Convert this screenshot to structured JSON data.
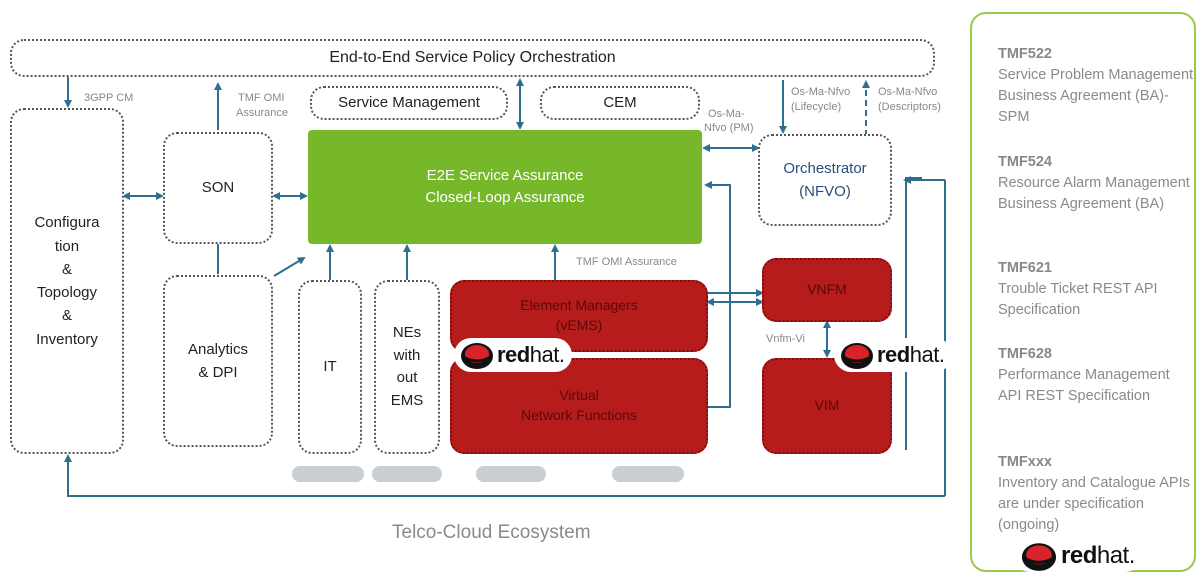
{
  "orchestration": "End-to-End Service Policy Orchestration",
  "service_management": "Service Management",
  "cem": "CEM",
  "config_lines": [
    "Configura",
    "tion",
    "&",
    "Topology",
    "&",
    "Inventory"
  ],
  "son": "SON",
  "assurance_line1": "E2E Service Assurance",
  "assurance_line2": "Closed-Loop Assurance",
  "orchestrator_line1": "Orchestrator",
  "orchestrator_line2": "(NFVO)",
  "analytics_line1": "Analytics",
  "analytics_line2": "& DPI",
  "it": "IT",
  "nes_lines": [
    "NEs",
    "with",
    "out",
    "EMS"
  ],
  "element_managers_line1": "Element Managers",
  "element_managers_line2": "(vEMS)",
  "vnf_line1": "Virtual",
  "vnf_line2": "Network Functions",
  "vnfm": "VNFM",
  "vim": "VIM",
  "labels": {
    "cm": "3GPP CM",
    "tmf_omi_1": "TMF OMI",
    "tmf_omi_2": "Assurance",
    "tmf_omi_assurance": "TMF OMI Assurance",
    "osma_pm_1": "Os-Ma-",
    "osma_pm_2": "Nfvo (PM)",
    "osma_lc_1": "Os-Ma-Nfvo",
    "osma_lc_2": "(Lifecycle)",
    "osma_desc_1": "Os-Ma-Nfvo",
    "osma_desc_2": "(Descriptors)",
    "vnfm_vi": "Vnfm-Vi"
  },
  "footer": "Telco-Cloud Ecosystem",
  "redhat": {
    "bold": "red",
    "light": "hat."
  },
  "tmf": [
    {
      "title": "TMF522",
      "desc": "Service Problem Management Business Agreement (BA)- SPM"
    },
    {
      "title": "TMF524",
      "desc": "Resource Alarm Management Business Agreement (BA)"
    },
    {
      "title": "TMF621",
      "desc": "Trouble Ticket REST API Specification"
    },
    {
      "title": "TMF628",
      "desc": "Performance Management API REST Specification"
    },
    {
      "title": "TMFxxx",
      "desc": "Inventory and Catalogue APIs are under specification (ongoing)"
    }
  ],
  "colors": {
    "green": "#76b82a",
    "red": "#b71c1c",
    "arrow": "#2e6f8e",
    "panel": "#9bc94a"
  }
}
